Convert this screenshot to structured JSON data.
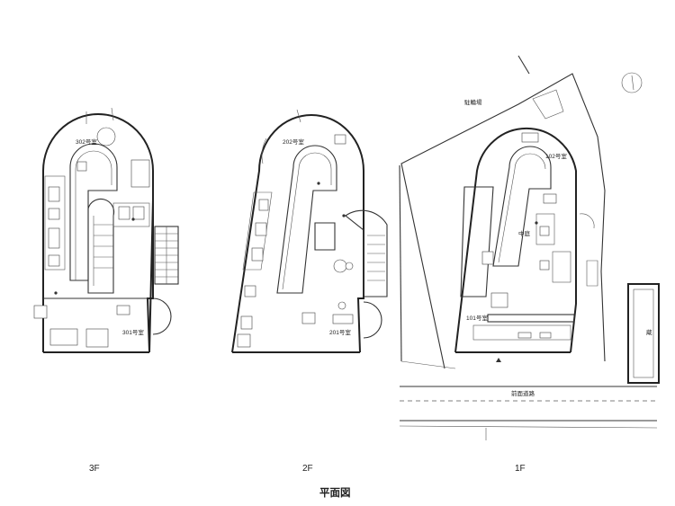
{
  "floors": {
    "f3": {
      "name": "3F",
      "room_a": "302号室",
      "room_b": "301号室"
    },
    "f2": {
      "name": "2F",
      "room_a": "202号室",
      "room_b": "201号室"
    },
    "f1": {
      "name": "1F",
      "room_a": "102号室",
      "room_b": "101号室",
      "courtyard": "中庭",
      "parking": "駐輪場",
      "road": "前面道路",
      "neighbor": "蔵"
    }
  },
  "title": "平面図"
}
